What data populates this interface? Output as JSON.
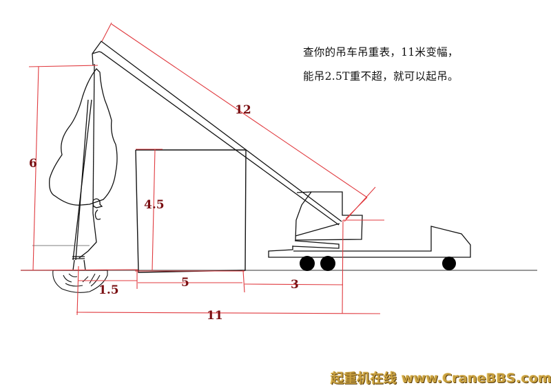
{
  "note": {
    "line1": "查你的吊车吊重表，11米变幅，",
    "line2": "能吊2.5T重不超，就可以起吊。"
  },
  "dimensions": {
    "boom_length": "12",
    "tree_height": "6",
    "wall_height": "4.5",
    "tree_to_wall": "1.5",
    "wall_width": "5",
    "wall_to_crane": "3",
    "working_radius": "11"
  },
  "watermark": {
    "text": "起重机在线 www.CraneBBS.com"
  },
  "colors": {
    "dimension_line": "#e0393e",
    "dimension_text": "#7a0f12",
    "drawing_line": "#111111",
    "watermark_gold": "#c8a040"
  },
  "diagram": {
    "objects": [
      "tree",
      "crane-boom",
      "wall",
      "truck-crane",
      "ground-line",
      "root-ball"
    ]
  }
}
